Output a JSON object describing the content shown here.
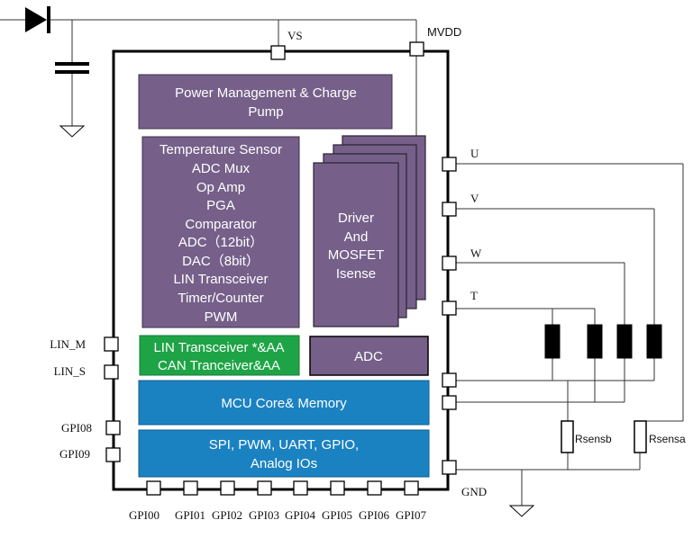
{
  "colors": {
    "purple": "#76608a",
    "purple_border": "#3b2f4a",
    "green": "#1ea446",
    "blue": "#1b82c2",
    "black": "#000000"
  },
  "blocks": {
    "power": {
      "lines": [
        "Power Management & Charge",
        "Pump"
      ]
    },
    "analog": {
      "lines": [
        "Temperature Sensor",
        "ADC Mux",
        "Op Amp",
        "PGA",
        "Comparator",
        "ADC（12bit）",
        "DAC（8bit）",
        "LIN Transceiver",
        "Timer/Counter",
        "PWM"
      ]
    },
    "driver": {
      "lines": [
        "Driver",
        "And",
        "MOSFET",
        "Isense"
      ]
    },
    "lin_can": {
      "lines": [
        "LIN Transceiver *&AA",
        "CAN Tranceiver&AA"
      ]
    },
    "adc": {
      "lines": [
        "ADC"
      ]
    },
    "mcu": {
      "lines": [
        "MCU Core& Memory"
      ]
    },
    "io": {
      "lines": [
        "SPI, PWM, UART, GPIO,",
        "Analog IOs"
      ]
    }
  },
  "pins": {
    "top": [
      "VS",
      "MVDD"
    ],
    "left": [
      "LIN_M",
      "LIN_S",
      "GPI08",
      "GPI09"
    ],
    "right": [
      "U",
      "V",
      "W",
      "T"
    ],
    "bottom_right": "GND",
    "bottom": [
      "GPI00",
      "GPI01",
      "GPI02",
      "GPI03",
      "GPI04",
      "GPI05",
      "GPI06",
      "GPI07"
    ]
  },
  "resistors": [
    "Rsensb",
    "Rsensa"
  ],
  "icons": [
    "diode-icon",
    "capacitor-icon",
    "ground-icon",
    "resistor-icon"
  ]
}
